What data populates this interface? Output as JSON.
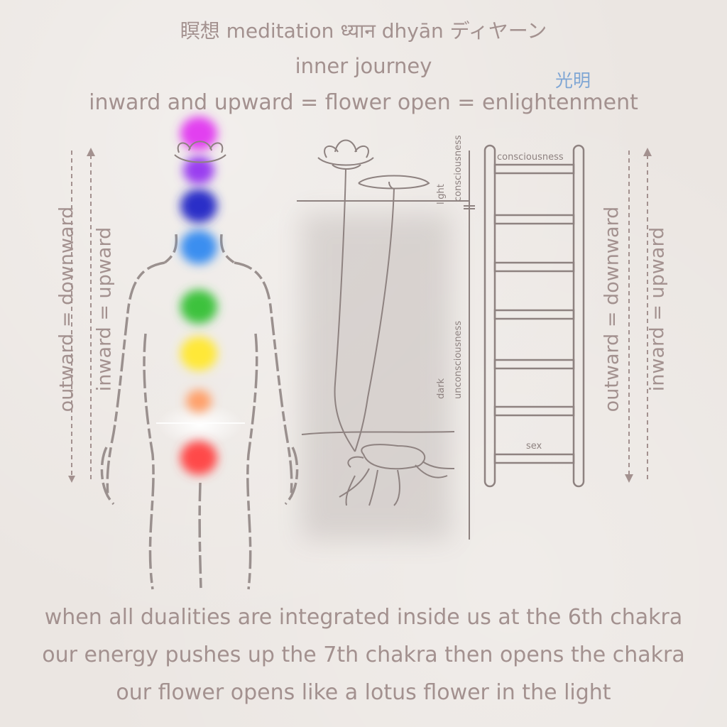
{
  "header": {
    "title_line": "瞑想 meditation ध्यान dhyān ディヤーン",
    "subtitle": "inner journey",
    "tagline": "inward and upward = flower open = enlightenment",
    "kanji_light": "光明"
  },
  "side_labels": {
    "left_outer": "outward = downward",
    "left_inner": "inward = upward",
    "right_outer": "outward = downward",
    "right_inner": "inward = upward"
  },
  "lotus_diagram": {
    "light": "light",
    "consciousness": "consciousness",
    "dark": "dark",
    "unconsciousness": "unconsciousness"
  },
  "ladder": {
    "top_label": "consciousness",
    "bottom_label": "sex"
  },
  "chakras": {
    "colors": [
      "#ff4a4a",
      "#ffa06a",
      "#ffe838",
      "#3cc23c",
      "#3a8ef0",
      "#2a2ec8",
      "#9a3ef0",
      "#e240f0"
    ]
  },
  "footer": {
    "line1": "when all dualities are integrated inside us at the 6th chakra",
    "line2": "our energy pushes up the 7th chakra then opens the chakra",
    "line3": "our flower opens like a lotus flower in the light"
  }
}
